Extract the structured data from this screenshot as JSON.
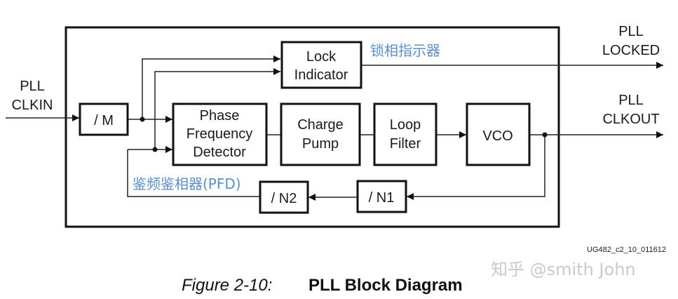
{
  "diagram": {
    "blocks": {
      "m_divider": "/ M",
      "lock_indicator": [
        "Lock",
        "Indicator"
      ],
      "pfd": [
        "Phase",
        "Frequency",
        "Detector"
      ],
      "charge_pump": [
        "Charge",
        "Pump"
      ],
      "loop_filter": [
        "Loop",
        "Filter"
      ],
      "vco": "VCO",
      "n1_divider": "/ N1",
      "n2_divider": "/ N2"
    },
    "io": {
      "clkin": [
        "PLL",
        "CLKIN"
      ],
      "locked": [
        "PLL",
        "LOCKED"
      ],
      "clkout": [
        "PLL",
        "CLKOUT"
      ]
    },
    "annotations": {
      "lock_indicator_cn": "锁相指示器",
      "pfd_cn": "鉴频鉴相器(PFD)",
      "annotation_color": "#5b8fc7"
    },
    "reference_id": "UG482_c2_10_011612",
    "watermark": "知乎 @smith John",
    "caption": {
      "number": "Figure 2-10:",
      "title": "PLL Block Diagram"
    }
  }
}
